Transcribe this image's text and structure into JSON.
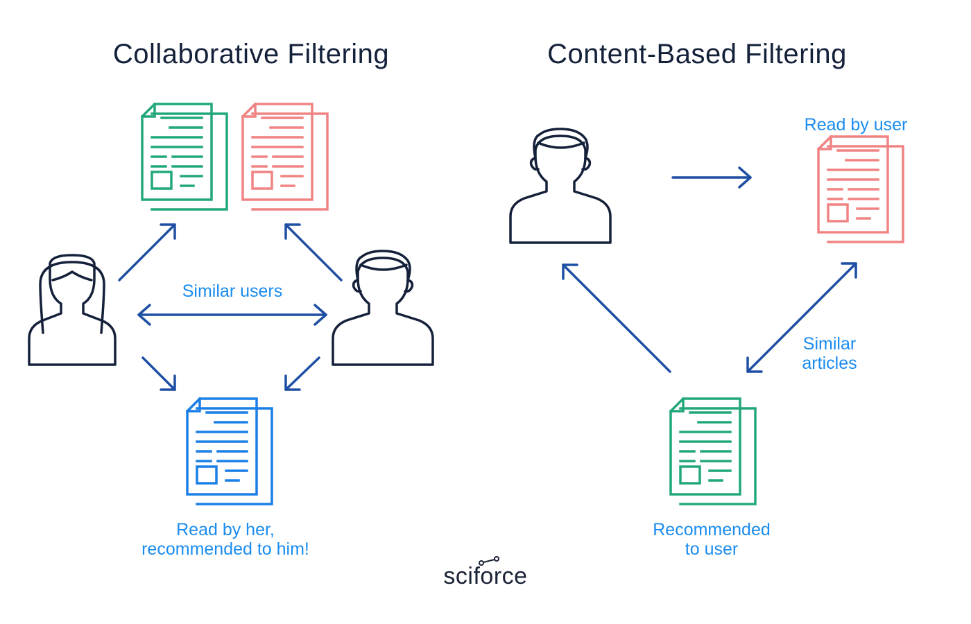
{
  "titles": {
    "collaborative": "Collaborative Filtering",
    "content_based": "Content-Based Filtering"
  },
  "collaborative": {
    "similar_users": "Similar users",
    "recommendation_line1": "Read by her,",
    "recommendation_line2": "recommended to him!"
  },
  "content_based": {
    "read_by_user": "Read by user",
    "similar_line1": "Similar",
    "similar_line2": "articles",
    "recommended_line1": "Recommended",
    "recommended_line2": "to user"
  },
  "brand": "sciforce",
  "colors": {
    "green": "#22a77d",
    "pink": "#f08383",
    "blue": "#1a7fe6",
    "arrow": "#1e4fa3",
    "outline": "#15203a",
    "label": "#1a8cef"
  },
  "icons": [
    "document-icon",
    "woman-user-icon",
    "man-user-icon",
    "arrow-icon"
  ]
}
